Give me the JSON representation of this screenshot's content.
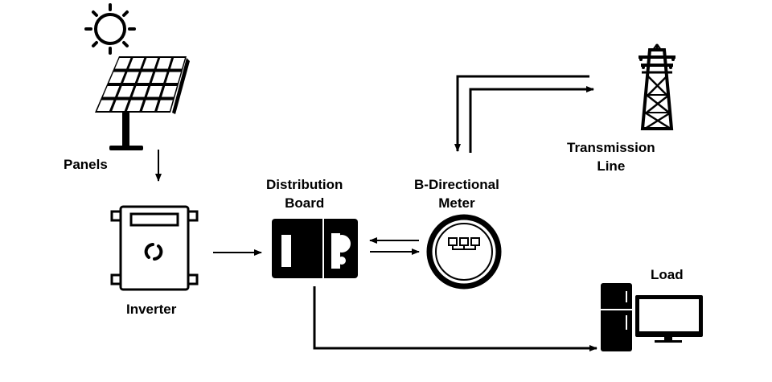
{
  "labels": {
    "panels": "Panels",
    "inverter": "Inverter",
    "distribution_line1": "Distribution",
    "distribution_line2": "Board",
    "meter_line1": "B-Directional",
    "meter_line2": "Meter",
    "transmission_line1": "Transmission",
    "transmission_line2": "Line",
    "load": "Load"
  },
  "icons": [
    "sun-icon",
    "solar-panel-icon",
    "inverter-icon",
    "distribution-board-icon",
    "meter-icon",
    "transmission-tower-icon",
    "refrigerator-icon",
    "monitor-icon"
  ],
  "colors": {
    "ink": "#000000",
    "background": "#ffffff"
  }
}
